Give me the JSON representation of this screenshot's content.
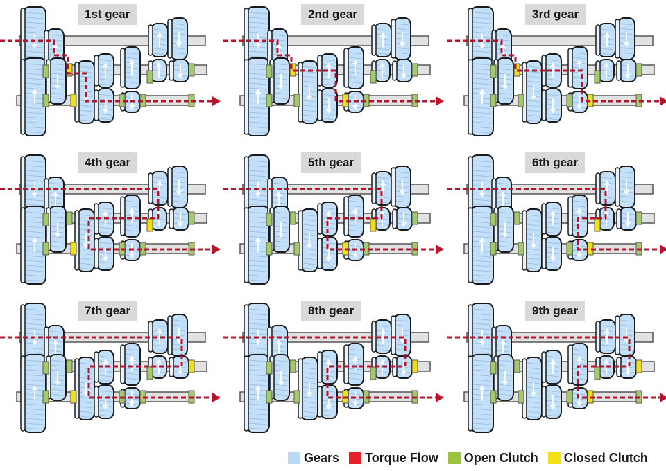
{
  "panels": [
    {
      "title": "1st gear",
      "closed": [
        "cA",
        "cD"
      ]
    },
    {
      "title": "2nd gear",
      "closed": [
        "cA",
        "cF"
      ]
    },
    {
      "title": "3rd gear",
      "closed": [
        "cA",
        "cG"
      ]
    },
    {
      "title": "4th gear",
      "closed": [
        "cB",
        "cD"
      ]
    },
    {
      "title": "5th gear",
      "closed": [
        "cB",
        "cF"
      ]
    },
    {
      "title": "6th gear",
      "closed": [
        "cB",
        "cG"
      ]
    },
    {
      "title": "7th gear",
      "closed": [
        "cC",
        "cD"
      ]
    },
    {
      "title": "8th gear",
      "closed": [
        "cC",
        "cF"
      ]
    },
    {
      "title": "9th gear",
      "closed": [
        "cC",
        "cG"
      ]
    }
  ],
  "legend": [
    {
      "label": "Gears",
      "color": "#b9d9f5"
    },
    {
      "label": "Torque Flow",
      "color": "#e0202a"
    },
    {
      "label": "Open Clutch",
      "color": "#9bc53d"
    },
    {
      "label": "Closed Clutch",
      "color": "#f2e016"
    }
  ],
  "colors": {
    "gear": "#c4e0f8",
    "gear_edge": "#1a1a1a",
    "shaft": "#e2e2e2",
    "torque": "#b5152b",
    "open_clutch": "#a5c96a",
    "closed_clutch": "#f2e016"
  }
}
